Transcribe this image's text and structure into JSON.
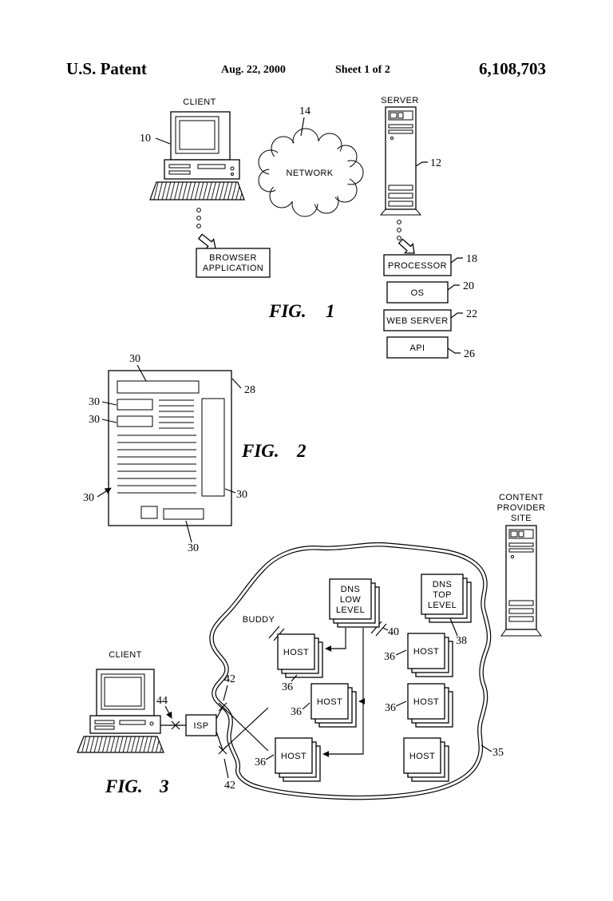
{
  "header": {
    "title": "U.S. Patent",
    "date": "Aug. 22, 2000",
    "sheet": "Sheet 1 of 2",
    "patent_number": "6,108,703"
  },
  "fig1": {
    "caption_prefix": "FIG.",
    "caption_number": "1",
    "client_label": "CLIENT",
    "server_label": "SERVER",
    "network_label": "NETWORK",
    "browser_line1": "BROWSER",
    "browser_line2": "APPLICATION",
    "stack": [
      {
        "label": "PROCESSOR",
        "ref": "18"
      },
      {
        "label": "OS",
        "ref": "20"
      },
      {
        "label": "WEB SERVER",
        "ref": "22"
      },
      {
        "label": "API",
        "ref": "26"
      }
    ],
    "refs": {
      "client": "10",
      "server": "12",
      "network": "14"
    }
  },
  "fig2": {
    "caption_prefix": "FIG.",
    "caption_number": "2",
    "refs": {
      "page": "28",
      "element": "30"
    }
  },
  "fig3": {
    "caption_prefix": "FIG.",
    "caption_number": "3",
    "client_label": "CLIENT",
    "isp_label": "ISP",
    "buddy_label": "BUDDY",
    "host_label": "HOST",
    "content_provider_lines": [
      "CONTENT",
      "PROVIDER",
      "SITE"
    ],
    "dns_low_lines": [
      "DNS",
      "LOW",
      "LEVEL"
    ],
    "dns_top_lines": [
      "DNS",
      "TOP",
      "LEVEL"
    ],
    "refs": {
      "network": "35",
      "host": "36",
      "dns_top": "38",
      "dns_low": "40",
      "link": "42",
      "client_link": "44"
    }
  }
}
